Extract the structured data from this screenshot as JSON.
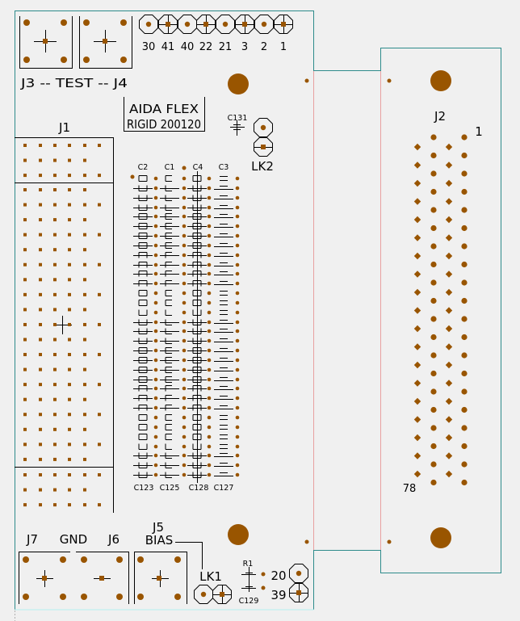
{
  "colors": {
    "background": "#f0f0f0",
    "board_outline": "#2e8b8b",
    "flex_fold_line": "#e8a0a0",
    "board_bottom_edge": "#c8f0f0",
    "copper": "#995500",
    "silkscreen": "#000000"
  },
  "board": {
    "title_line1": "AIDA FLEX",
    "title_line2": "RIGID 200120"
  },
  "test_connectors": {
    "label": "J3 -- TEST -- J4"
  },
  "header": {
    "pins": [
      {
        "label": "30",
        "marked": false
      },
      {
        "label": "41",
        "marked": true
      },
      {
        "label": "40",
        "marked": false
      },
      {
        "label": "22",
        "marked": true
      },
      {
        "label": "21",
        "marked": false
      },
      {
        "label": "3",
        "marked": true
      },
      {
        "label": "2",
        "marked": false
      },
      {
        "label": "1",
        "marked": true
      }
    ]
  },
  "c131": {
    "label": "C131"
  },
  "lk2": {
    "label": "LK2"
  },
  "j1": {
    "label": "J1",
    "sections": [
      {
        "rows": [
          6,
          5,
          6
        ]
      },
      {
        "rows": [
          5,
          6,
          5,
          6,
          5,
          6,
          5,
          6,
          5,
          6,
          5,
          6,
          5,
          6,
          5,
          6,
          5,
          6,
          5
        ]
      },
      {
        "rows": [
          6,
          5,
          6
        ]
      }
    ]
  },
  "capacitors": {
    "top_labels": [
      "C2",
      "C1",
      "C4",
      "C3"
    ],
    "bottom_labels": [
      "C123",
      "C125",
      "C128",
      "C127"
    ],
    "row_pattern": [
      "box",
      "cupL",
      "cupL",
      "cupL",
      "boxL",
      "boxL",
      "boxL",
      "boxL",
      "capL",
      "capL",
      "capL",
      "capL",
      "box",
      "box",
      "cup",
      "cupL",
      "cupL",
      "cupL",
      "boxL",
      "boxL",
      "boxL",
      "boxL",
      "capL",
      "capL",
      "capL",
      "box",
      "box",
      "box",
      "cup",
      "cupL",
      "cupL",
      "cupL"
    ]
  },
  "j2": {
    "label": "J2",
    "first_pin_label": "1",
    "last_pin_label": "78",
    "pin_count": 78,
    "column_pin_counts": [
      19,
      20,
      19,
      20
    ]
  },
  "bottom": {
    "j7": "J7",
    "gnd": "GND",
    "j6": "J6",
    "j5": "J5",
    "bias": "BIAS",
    "lk1": "LK1",
    "r1": "R1",
    "c129": "C129",
    "pin20": "20",
    "pin39": "39"
  }
}
